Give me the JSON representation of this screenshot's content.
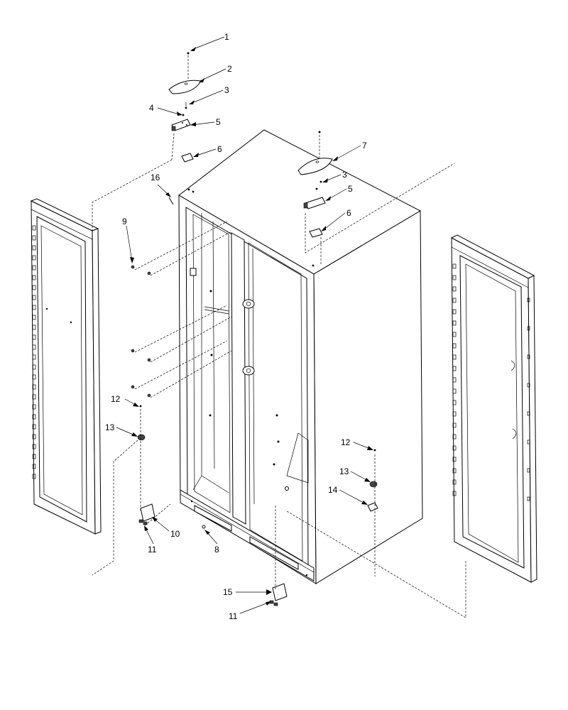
{
  "callouts": [
    "1",
    "2",
    "3",
    "4",
    "5",
    "6",
    "7",
    "3",
    "5",
    "6",
    "16",
    "9",
    "12",
    "13",
    "10",
    "11",
    "8",
    "12",
    "13",
    "14",
    "15",
    "11"
  ]
}
